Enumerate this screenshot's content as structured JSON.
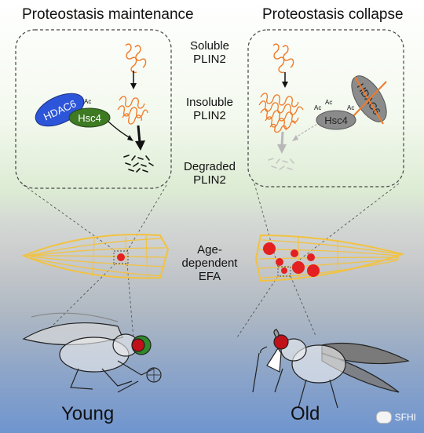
{
  "headings": {
    "left": "Proteostasis maintenance",
    "right": "Proteostasis collapse"
  },
  "labels": {
    "soluble": [
      "Soluble",
      "PLIN2"
    ],
    "insoluble": [
      "Insoluble",
      "PLIN2"
    ],
    "degraded": [
      "Degraded",
      "PLIN2"
    ],
    "efa": [
      "Age-",
      "dependent",
      "EFA"
    ]
  },
  "proteins": {
    "hdac6": "HDAC6",
    "hsc4": "Hsc4",
    "ac": "Ac"
  },
  "bottom": {
    "young": "Young",
    "old": "Old"
  },
  "watermark": "SFHI",
  "colors": {
    "hdac6": "#2c55d9",
    "hsc4": "#3d7a22",
    "plin2": "#f07a28",
    "droplet": "#e42020",
    "vein": "#f2c240",
    "inactive": "#8b8b8b",
    "fly_eye": "#c0101a"
  }
}
